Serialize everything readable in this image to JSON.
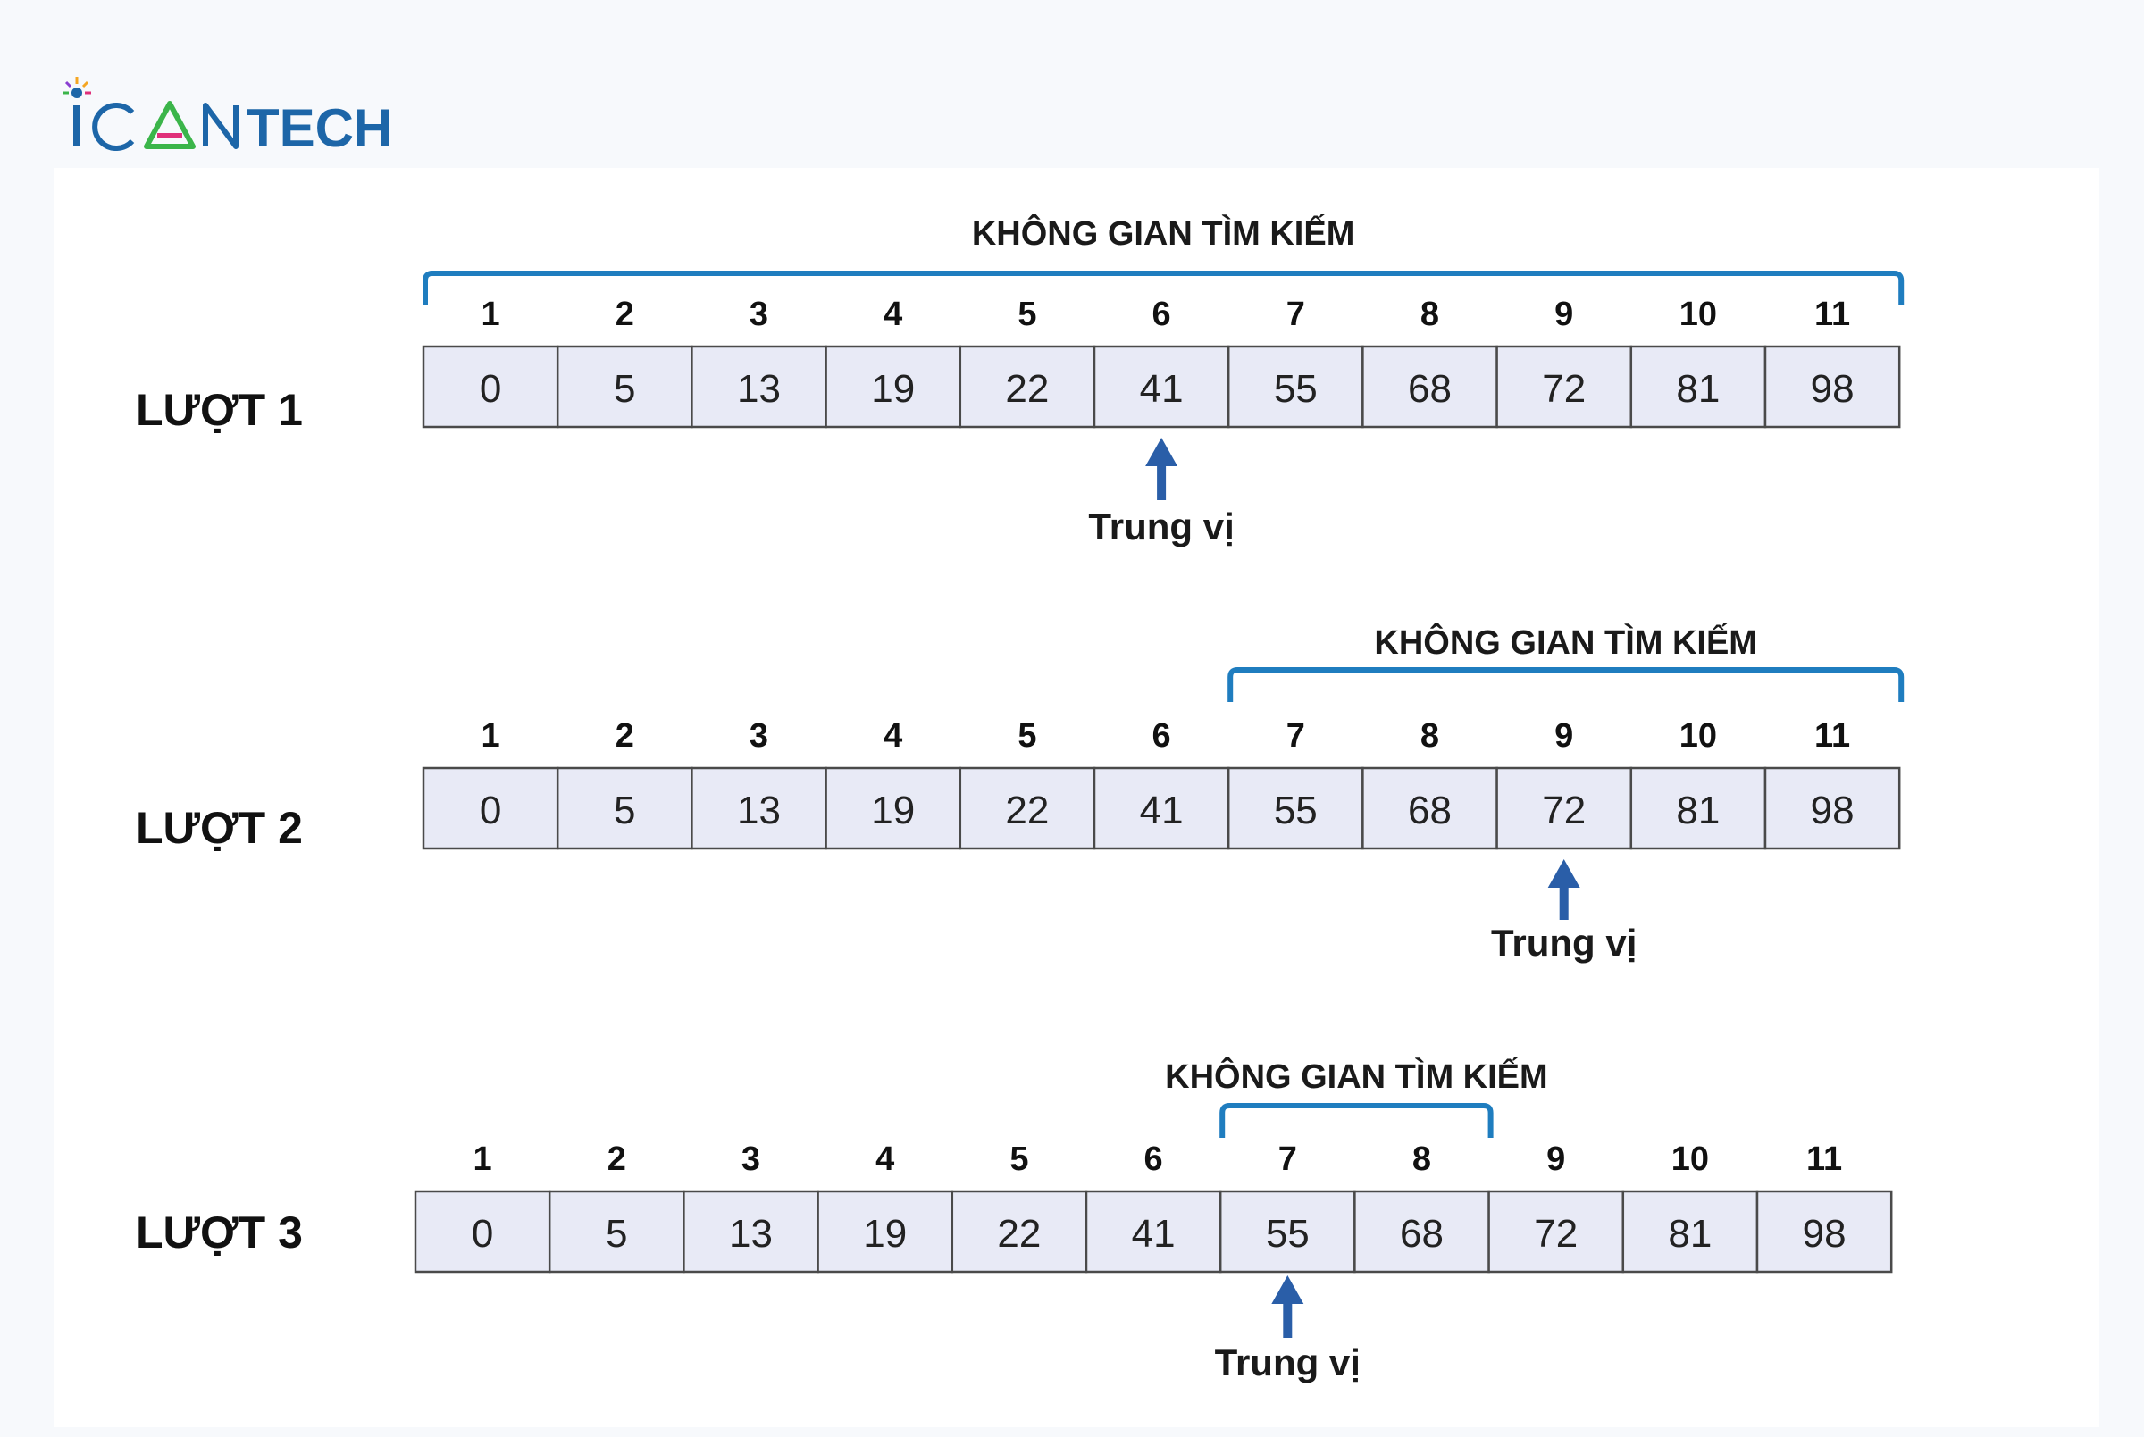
{
  "logo": {
    "text_i": "I",
    "text_c": "C",
    "text_a": "A",
    "text_n": "N",
    "text_tech": "TECH",
    "colors": {
      "blue": "#1d66a8",
      "green": "#3bb54a",
      "magenta": "#e0307a",
      "orange": "#f5a623",
      "purple": "#8a3fd1"
    }
  },
  "colors": {
    "bracket": "#1f7dbf",
    "arrow": "#2a5ea8",
    "cell_fill": "#e8eaf6",
    "cell_stroke": "#4a4a4a"
  },
  "passes": [
    {
      "label": "LƯỢT 1",
      "search_label": "KHÔNG GIAN TÌM KIẾM",
      "indices": [
        "1",
        "2",
        "3",
        "4",
        "5",
        "6",
        "7",
        "8",
        "9",
        "10",
        "11"
      ],
      "values": [
        "0",
        "5",
        "13",
        "19",
        "22",
        "41",
        "55",
        "68",
        "72",
        "81",
        "98"
      ],
      "search_range": [
        1,
        11
      ],
      "median_index": 6,
      "median_label": "Trung vị"
    },
    {
      "label": "LƯỢT 2",
      "search_label": "KHÔNG GIAN TÌM KIẾM",
      "indices": [
        "1",
        "2",
        "3",
        "4",
        "5",
        "6",
        "7",
        "8",
        "9",
        "10",
        "11"
      ],
      "values": [
        "0",
        "5",
        "13",
        "19",
        "22",
        "41",
        "55",
        "68",
        "72",
        "81",
        "98"
      ],
      "search_range": [
        7,
        11
      ],
      "median_index": 9,
      "median_label": "Trung vị"
    },
    {
      "label": "LƯỢT 3",
      "search_label": "KHÔNG GIAN TÌM KIẾM",
      "indices": [
        "1",
        "2",
        "3",
        "4",
        "5",
        "6",
        "7",
        "8",
        "9",
        "10",
        "11"
      ],
      "values": [
        "0",
        "5",
        "13",
        "19",
        "22",
        "41",
        "55",
        "68",
        "72",
        "81",
        "98"
      ],
      "search_range": [
        7,
        8
      ],
      "median_index": 7,
      "median_label": "Trung vị"
    }
  ]
}
